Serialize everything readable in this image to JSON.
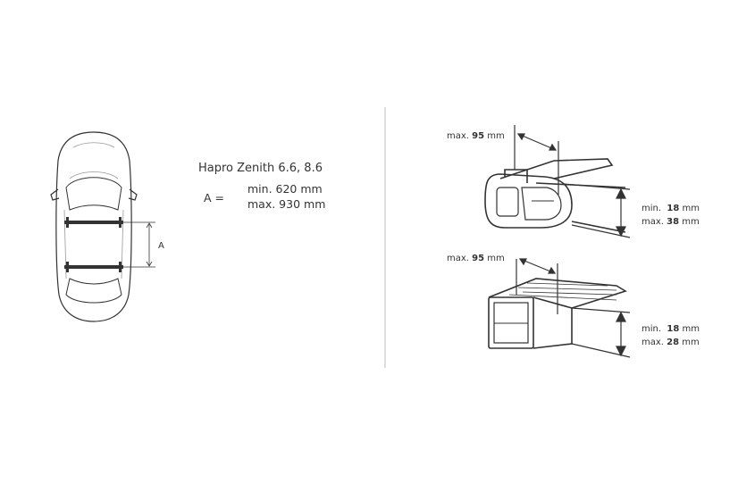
{
  "product": {
    "title": "Hapro Zenith 6.6, 8.6",
    "a_label": "A =",
    "a_min": "min.  620 mm",
    "a_max": "max. 930 mm",
    "car_dimension_label": "A"
  },
  "profile_top": {
    "width_prefix": "max.",
    "width_value": "95",
    "width_unit": "mm",
    "min_prefix": "min.",
    "min_value": "18",
    "min_unit": "mm",
    "max_prefix": "max.",
    "max_value": "38",
    "max_unit": "mm"
  },
  "profile_bottom": {
    "width_prefix": "max.",
    "width_value": "95",
    "width_unit": "mm",
    "min_prefix": "min.",
    "min_value": "18",
    "min_unit": "mm",
    "max_prefix": "max.",
    "max_value": "28",
    "max_unit": "mm"
  },
  "colors": {
    "line": "#333333",
    "divider": "#bbbbbb",
    "bar": "#333333"
  }
}
